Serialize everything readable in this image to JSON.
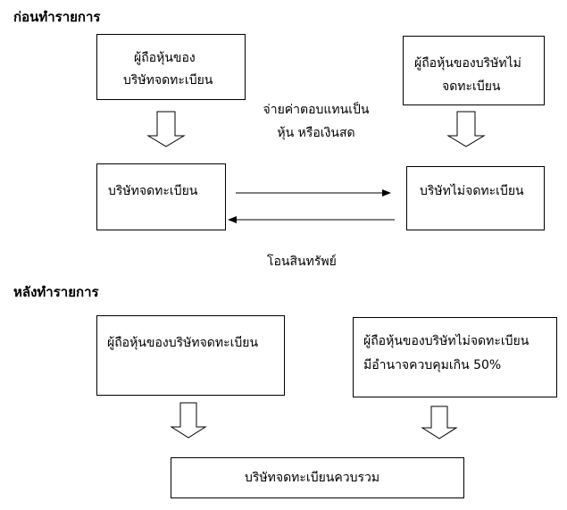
{
  "before": {
    "heading": "ก่อนทำรายการ",
    "listed_shareholders": [
      "ผู้ถือหุ้นของ",
      "บริษัทจดทะเบียน"
    ],
    "unlisted_shareholders": [
      "ผู้ถือหุ้นของบริษัทไม่",
      "จดทะเบียน"
    ],
    "consideration": [
      "จ่ายค่าตอบแทนเป็น",
      "หุ้น หรือเงินสด"
    ],
    "listed_company": "บริษัทจดทะเบียน",
    "unlisted_company": "บริษัทไม่จดทะเบียน",
    "asset_transfer": "โอนสินทรัพย์"
  },
  "after": {
    "heading": "หลังทำรายการ",
    "listed_shareholders": "ผู้ถือหุ้นของบริษัทจดทะเบียน",
    "unlisted_shareholders": [
      "ผู้ถือหุ้นของบริษัทไม่จดทะเบียน",
      "มีอำนาจควบคุมเกิน 50%"
    ],
    "combined_company": "บริษัทจดทะเบียนควบรวม"
  }
}
